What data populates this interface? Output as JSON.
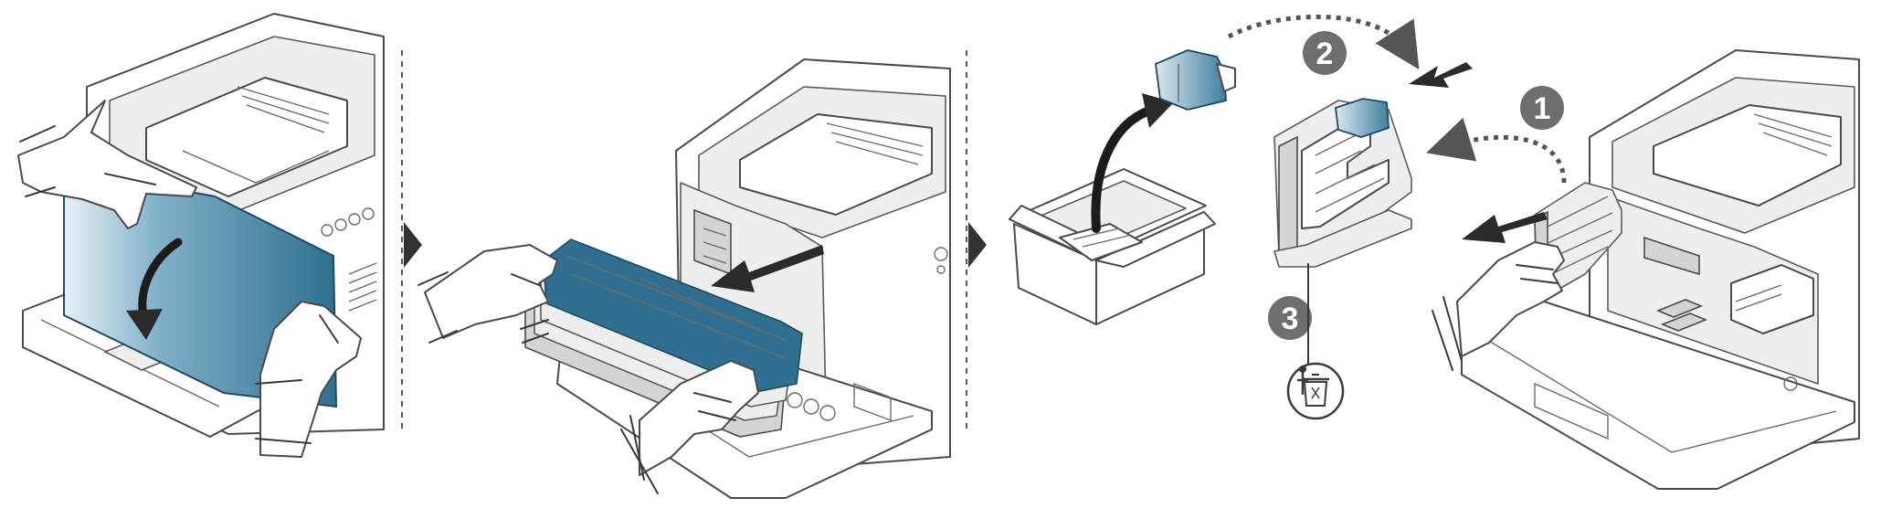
{
  "colors": {
    "accent_blue": "#2f6f8f",
    "accent_blue_light": "#9ec3d6",
    "outline": "#3a3a3a",
    "step_badge": "#6e6e6e",
    "separator": "#555555"
  },
  "panels": [
    {
      "index": 1
    },
    {
      "index": 2
    },
    {
      "index": 3
    }
  ],
  "steps": [
    {
      "number": "1"
    },
    {
      "number": "2"
    },
    {
      "number": "3"
    }
  ],
  "icons": [
    "hand-icon",
    "arrow-icon",
    "recycle-bin-icon",
    "dashed-arrow-icon",
    "chevron-right-icon"
  ]
}
